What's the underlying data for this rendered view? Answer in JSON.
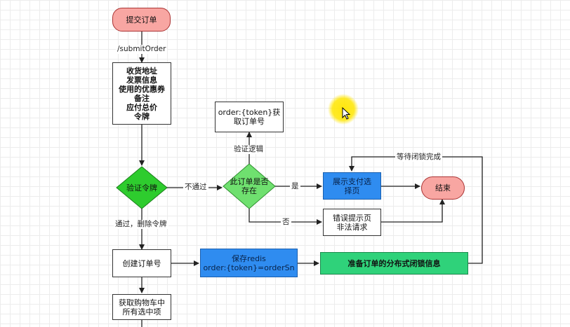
{
  "nodes": {
    "start": "提交订单",
    "order_info": "收货地址\n发票信息\n使用的优惠券\n备注\n应付总价\n令牌",
    "verify_token": "验证令牌",
    "order_check": "此订单是否\n存在",
    "get_order_no": "order:{token}获\n取订单号",
    "show_pay": "展示支付选\n择页",
    "end": "结束",
    "error_page": "错误提示页\n非法请求",
    "create_order": "创建订单号",
    "save_redis": "保存redis\norder:{token}=orderSn",
    "prepare_lock": "准备订单的分布式闭锁信息",
    "get_cart": "获取购物车中\n所有选中项"
  },
  "edges": {
    "submit": "/submitOrder",
    "fail": "不通过",
    "verify_logic": "验证逻辑",
    "yes": "是",
    "no": "否",
    "pass_delete": "通过，删除令牌",
    "wait_lock": "等待闭锁完成"
  },
  "colors": {
    "start_fill": "#f8a6a2",
    "diamond_fill": "#2ecc2e",
    "diamond2_fill": "#6fe06f",
    "blue_fill": "#2f8cf0",
    "green_fill": "#2fd27a",
    "highlight": "#ffe600"
  }
}
